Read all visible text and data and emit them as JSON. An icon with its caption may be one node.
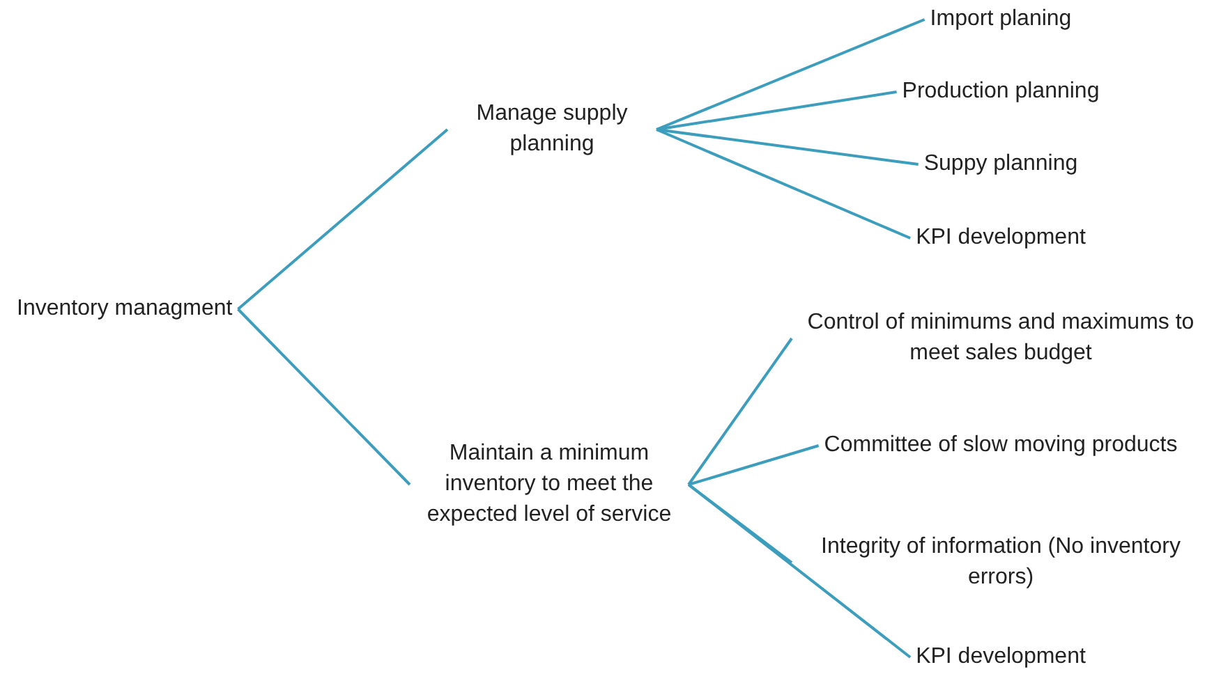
{
  "diagram": {
    "nodes": [
      {
        "text": [
          "Inventory managment"
        ]
      },
      {
        "text": [
          "Manage supply planning"
        ]
      },
      {
        "text": [
          "Import planing"
        ]
      },
      {
        "text": [
          "Production planning"
        ]
      },
      {
        "text": [
          "Suppy planning"
        ]
      },
      {
        "text": [
          "KPI development"
        ]
      },
      {
        "text": [
          "Maintain a minimum inventory to meet the expected level of service"
        ]
      },
      {
        "text": [
          "Control of minimums and maximums to meet sales budget"
        ]
      },
      {
        "text": [
          "Committee of slow moving products"
        ]
      },
      {
        "text": [
          "Integrity of information (No inventory errors)"
        ]
      },
      {
        "text": [
          "KPI development"
        ]
      }
    ],
    "edges": [
      {
        "from": 0,
        "to": 1,
        "arrow": "none"
      },
      {
        "from": 0,
        "to": 6,
        "arrow": "none"
      },
      {
        "from": 1,
        "to": 2,
        "arrow": "none"
      },
      {
        "from": 1,
        "to": 3,
        "arrow": "none"
      },
      {
        "from": 1,
        "to": 4,
        "arrow": "none"
      },
      {
        "from": 1,
        "to": 5,
        "arrow": "none"
      },
      {
        "from": 6,
        "to": 7,
        "arrow": "none"
      },
      {
        "from": 6,
        "to": 8,
        "arrow": "none"
      },
      {
        "from": 6,
        "to": 9,
        "arrow": "none"
      },
      {
        "from": 6,
        "to": 10,
        "arrow": "none"
      }
    ]
  }
}
